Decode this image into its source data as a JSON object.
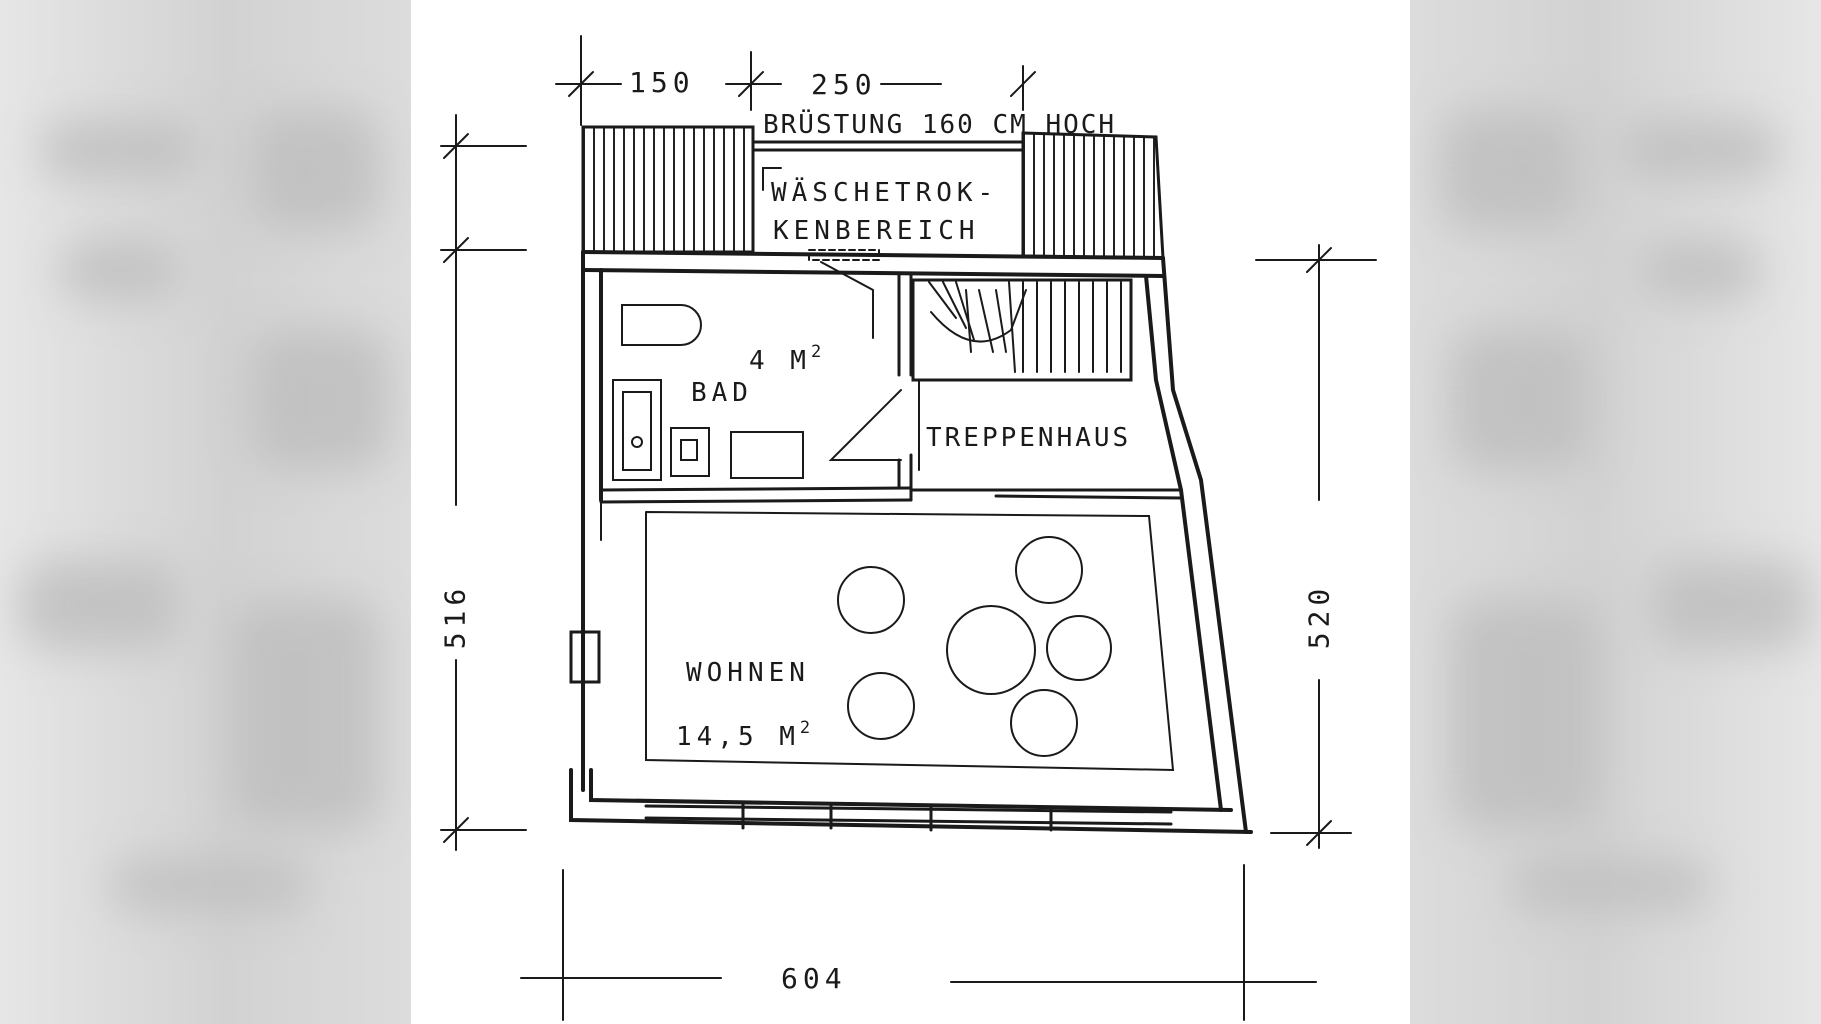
{
  "plan": {
    "dimensions": {
      "top_left": "150",
      "top_right": "250",
      "left_height": "516",
      "right_height": "520",
      "bottom_width": "604"
    },
    "notes": {
      "parapet": "BRÜSTUNG 160 CM HOCH"
    },
    "rooms": {
      "laundry_line1": "WÄSCHETROK-",
      "laundry_line2": "KENBEREICH",
      "bath_area_value": "4 M",
      "bath_area_sup": "2",
      "bath_name": "BAD",
      "stairwell_name": "TREPPENHAUS",
      "living_name": "WOHNEN",
      "living_area_value": "14,5 M",
      "living_area_sup": "2"
    }
  }
}
